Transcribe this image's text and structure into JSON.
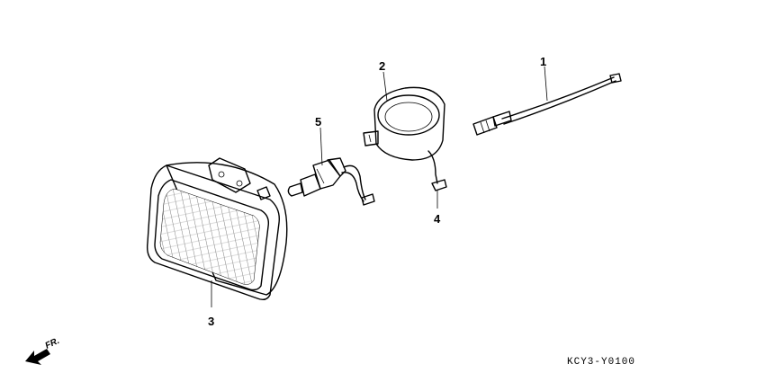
{
  "callouts": {
    "c1": "1",
    "c2": "2",
    "c3": "3",
    "c4": "4",
    "c5": "5"
  },
  "front_label": "FR.",
  "reference_code": "KCY3-Y0100",
  "icons": {
    "front_arrow": "front-direction-arrow"
  }
}
